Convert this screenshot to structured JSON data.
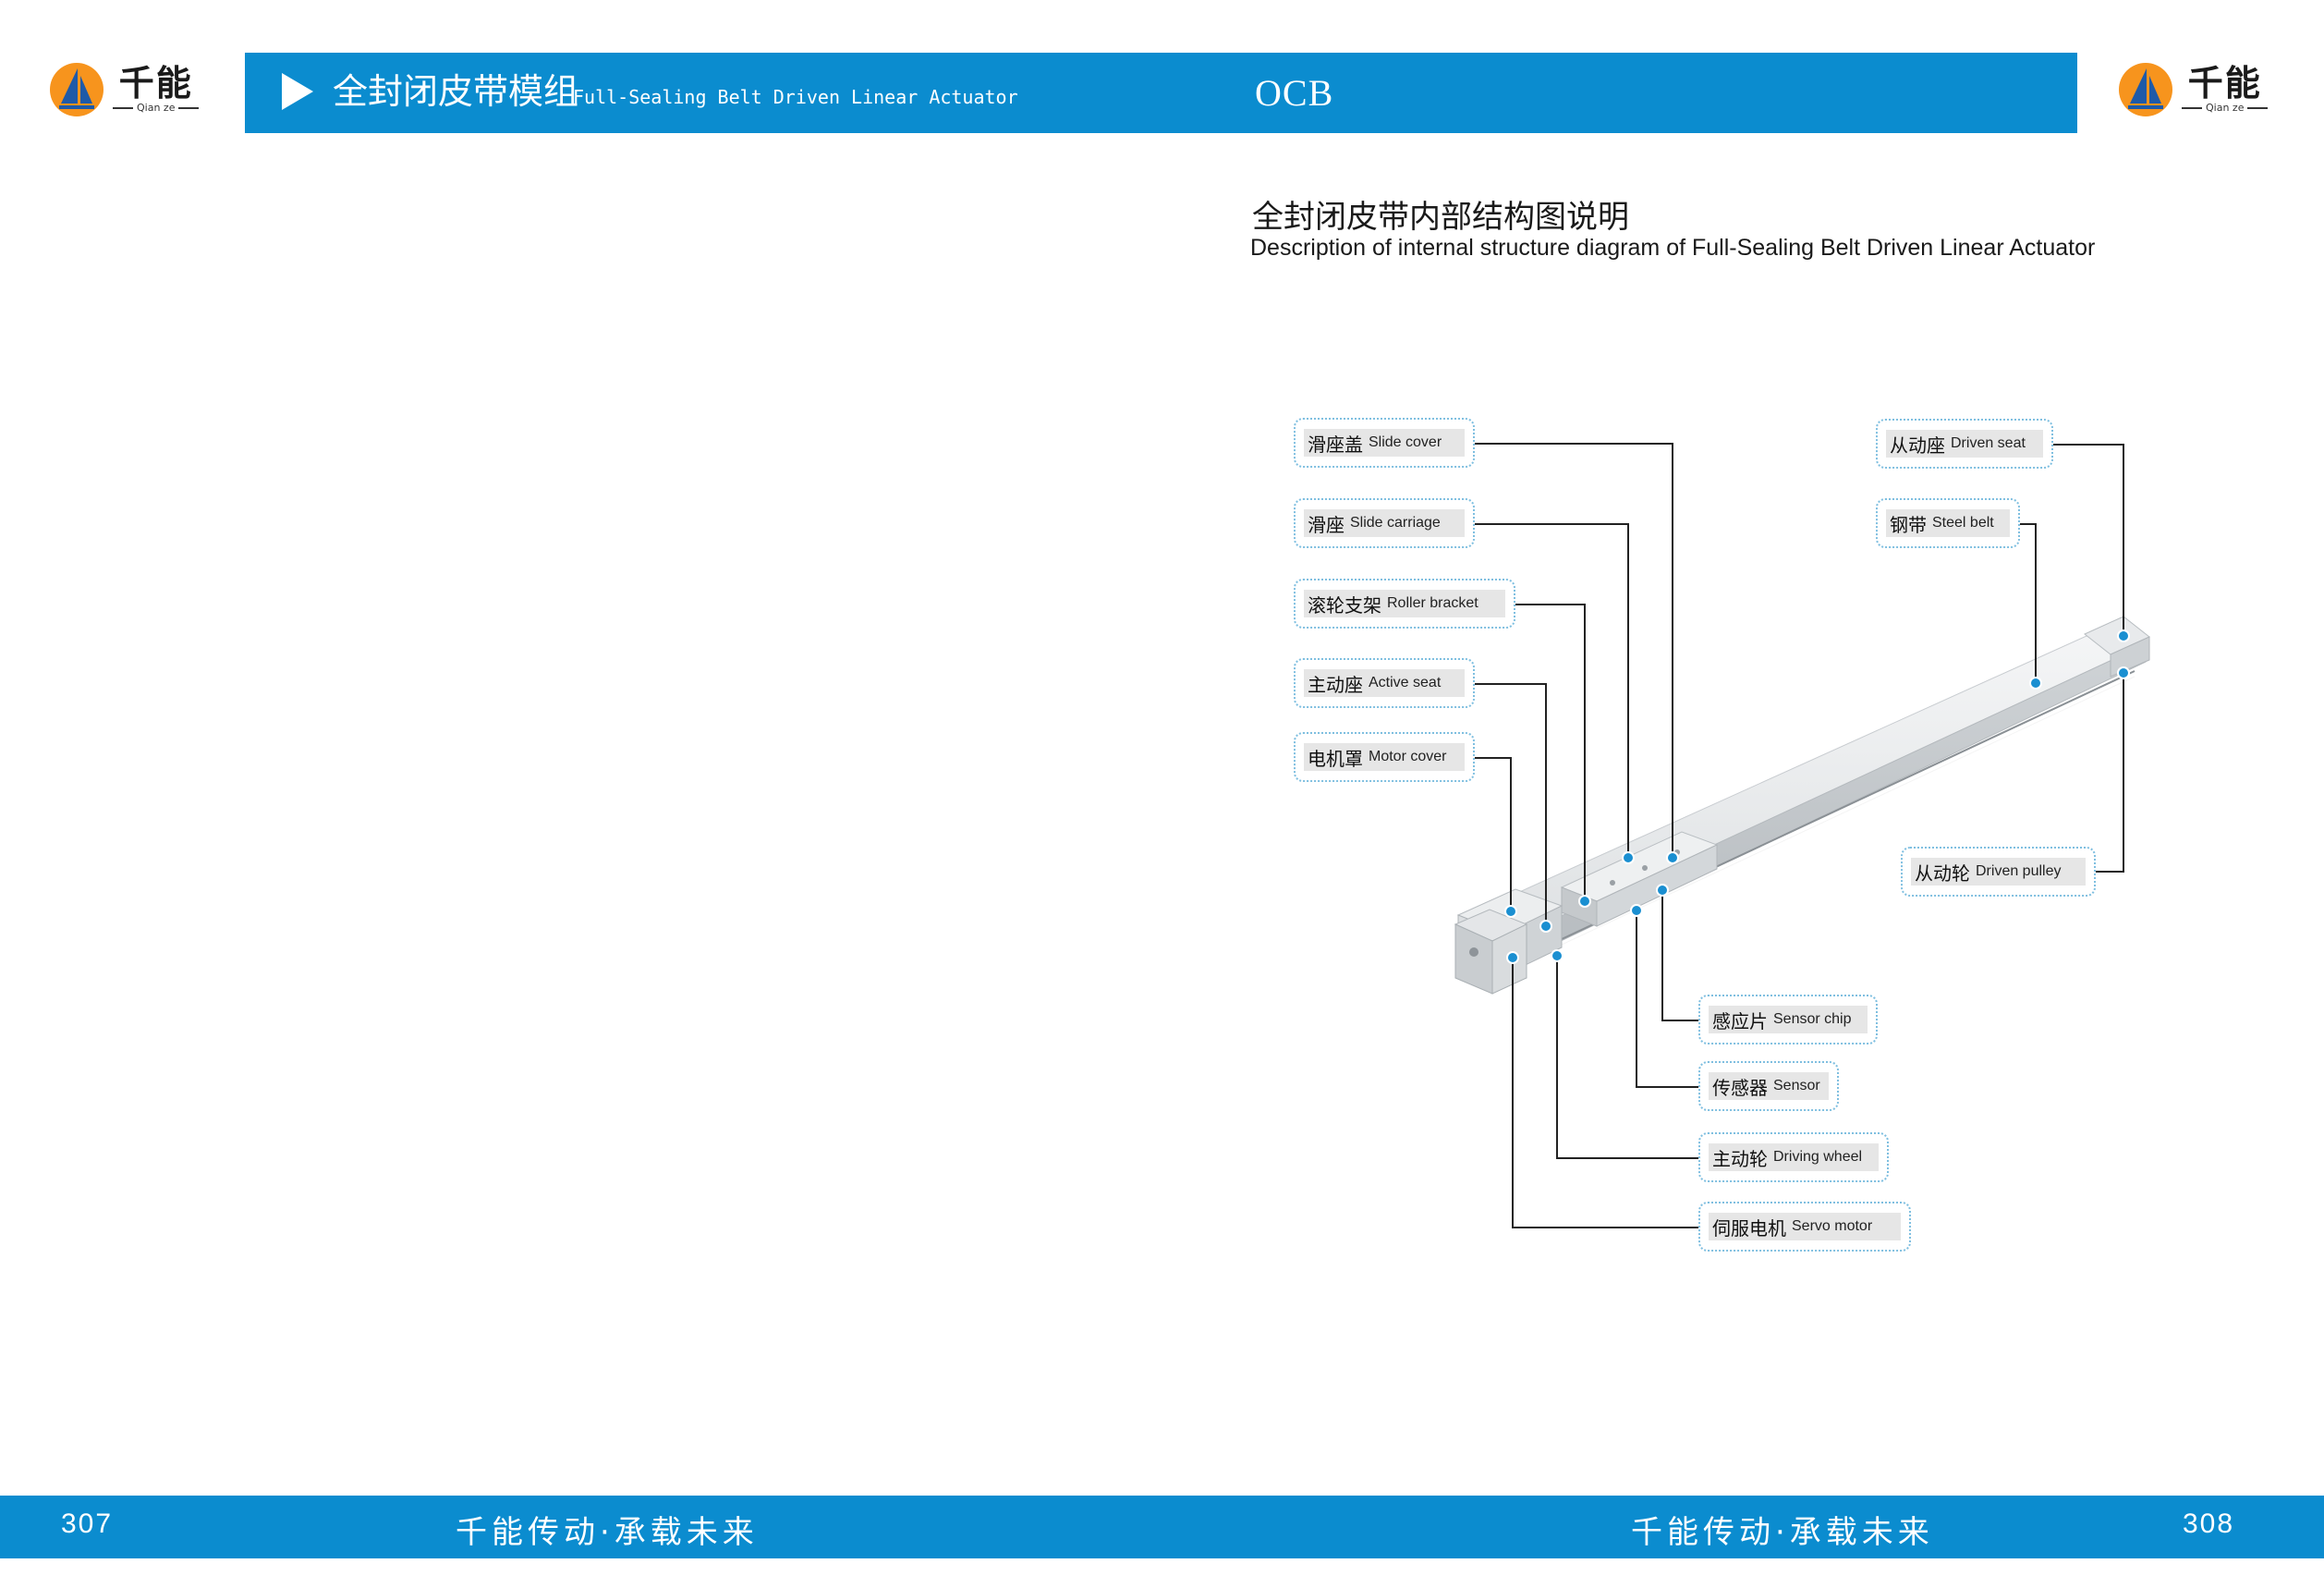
{
  "brand": {
    "name_cn": "千能",
    "name_en": "Qian ze",
    "colors": {
      "primary": "#0b8ccf",
      "logo_orange": "#f7941d",
      "logo_blue": "#1e5aa8"
    }
  },
  "header": {
    "title_cn": "全封闭皮带模组",
    "title_en": "Full-Sealing Belt Driven Linear Actuator",
    "model": "OCB",
    "icon": "play-triangle-icon"
  },
  "section": {
    "title_cn": "全封闭皮带内部结构图说明",
    "title_en": "Description of internal structure diagram of Full-Sealing Belt Driven Linear Actuator"
  },
  "labels": {
    "slide_cover": {
      "cn": "滑座盖",
      "en": "Slide cover"
    },
    "slide_carriage": {
      "cn": "滑座",
      "en": "Slide carriage"
    },
    "roller_bracket": {
      "cn": "滚轮支架",
      "en": "Roller bracket"
    },
    "active_seat": {
      "cn": "主动座",
      "en": "Active seat"
    },
    "motor_cover": {
      "cn": "电机罩",
      "en": "Motor cover"
    },
    "driven_seat": {
      "cn": "从动座",
      "en": "Driven seat"
    },
    "steel_belt": {
      "cn": "钢带",
      "en": "Steel belt"
    },
    "driven_pulley": {
      "cn": "从动轮",
      "en": "Driven pulley"
    },
    "sensor_chip": {
      "cn": "感应片",
      "en": "Sensor chip"
    },
    "sensor": {
      "cn": "传感器",
      "en": "Sensor"
    },
    "driving_wheel": {
      "cn": "主动轮",
      "en": "Driving wheel"
    },
    "servo_motor": {
      "cn": "伺服电机",
      "en": "Servo motor"
    }
  },
  "footer": {
    "page_left": "307",
    "page_right": "308",
    "slogan": "千能传动·承载未来"
  }
}
